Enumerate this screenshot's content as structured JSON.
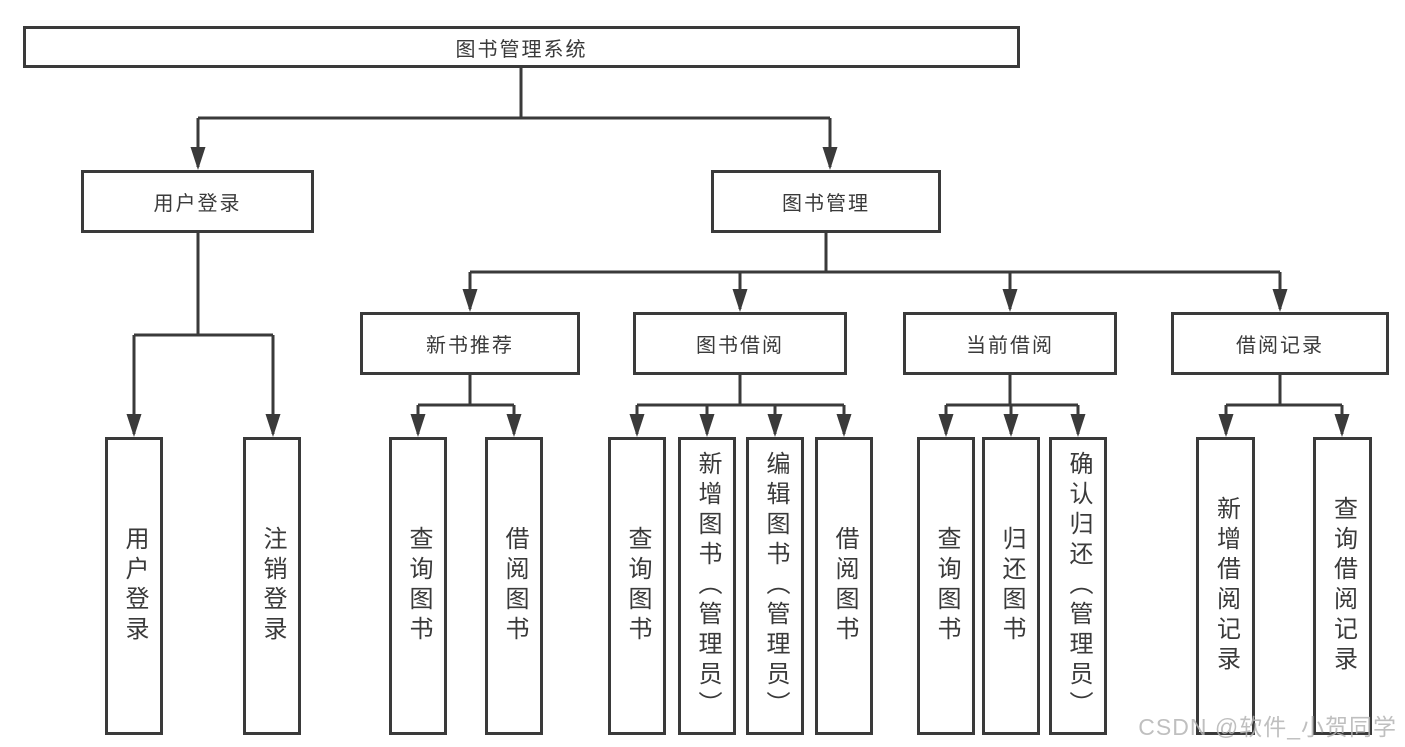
{
  "tree": {
    "label": "图书管理系统",
    "children": [
      {
        "label": "用户登录",
        "children": [
          {
            "label": "用户登录"
          },
          {
            "label": "注销登录"
          }
        ]
      },
      {
        "label": "图书管理",
        "children": [
          {
            "label": "新书推荐",
            "children": [
              {
                "label": "查询图书"
              },
              {
                "label": "借阅图书"
              }
            ]
          },
          {
            "label": "图书借阅",
            "children": [
              {
                "label": "查询图书"
              },
              {
                "label": "新增图书（管理员）"
              },
              {
                "label": "编辑图书（管理员）"
              },
              {
                "label": "借阅图书"
              }
            ]
          },
          {
            "label": "当前借阅",
            "children": [
              {
                "label": "查询图书"
              },
              {
                "label": "归还图书"
              },
              {
                "label": "确认归还（管理员）"
              }
            ]
          },
          {
            "label": "借阅记录",
            "children": [
              {
                "label": "新增借阅记录"
              },
              {
                "label": "查询借阅记录"
              }
            ]
          }
        ]
      }
    ]
  },
  "watermark": {
    "text": "CSDN @软件_小贺同学"
  },
  "colors": {
    "line": "#3a3a3a",
    "text": "#3a3a3a",
    "background": "#ffffff",
    "watermark": "#b5b5b5"
  }
}
